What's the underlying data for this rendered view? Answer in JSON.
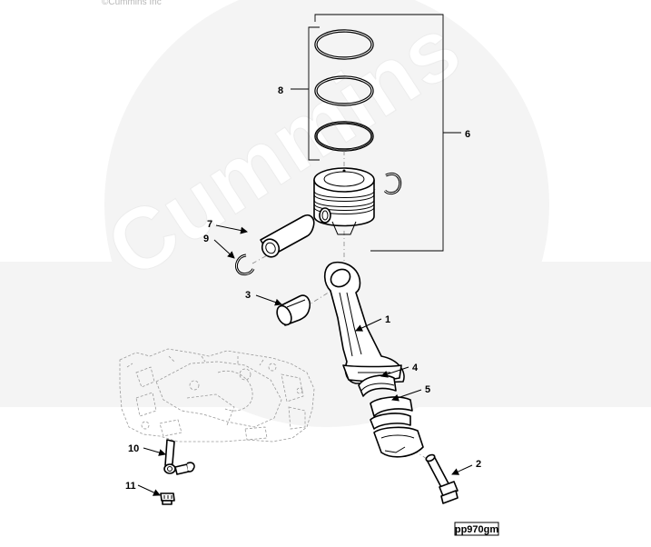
{
  "copyright": "©Cummins Inc",
  "watermark": "Cummins",
  "figure_id": "pp970gm",
  "callouts": {
    "c1": "1",
    "c2": "2",
    "c3": "3",
    "c4": "4",
    "c5": "5",
    "c6": "6",
    "c7": "7",
    "c8": "8",
    "c9": "9",
    "c10": "10",
    "c11": "11"
  }
}
